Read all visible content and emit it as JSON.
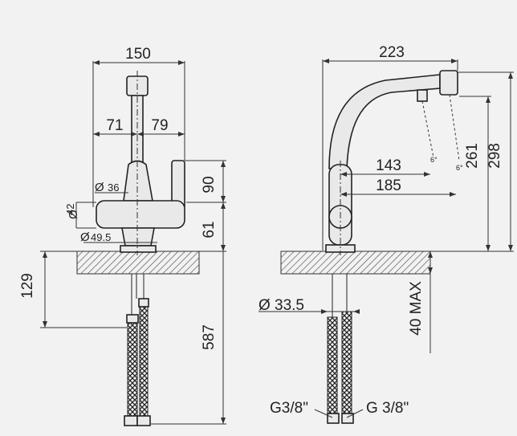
{
  "front_view": {
    "width_total": "150",
    "width_left": "71",
    "width_right": "79",
    "dia_36": "36",
    "dia_42": "42",
    "dia_49_5": "49.5",
    "height_90": "90",
    "height_61": "61",
    "depth_129": "129",
    "hose_587": "587"
  },
  "side_view": {
    "reach_223": "223",
    "reach_143": "143",
    "reach_185": "185",
    "height_261": "261",
    "height_298": "298",
    "dia_33_5": "33.5",
    "max_40": "40 MAX",
    "thread_left": "G3/8\"",
    "thread_right": "G 3/8\""
  }
}
